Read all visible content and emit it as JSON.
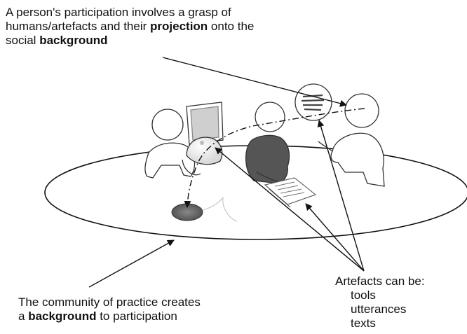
{
  "top_caption": {
    "line1": "A person's participation involves a grasp of",
    "line2_pre": "humans/artefacts and their ",
    "line2_bold": "projection",
    "line2_post": " onto the",
    "line3_pre": "social ",
    "line3_bold": "background"
  },
  "bottom_caption": {
    "line1": "The community of practice creates",
    "line2_pre": "a ",
    "line2_bold": "background",
    "line2_post": " to participation"
  },
  "artefacts_caption": {
    "heading": "Artefacts can be:",
    "items": [
      "tools",
      "utterances",
      "texts"
    ]
  },
  "colors": {
    "ink": "#111111",
    "dark_person_fill": "#555555",
    "monitor_fill": "#cfcfcf",
    "shadow_fill": "#666666"
  }
}
